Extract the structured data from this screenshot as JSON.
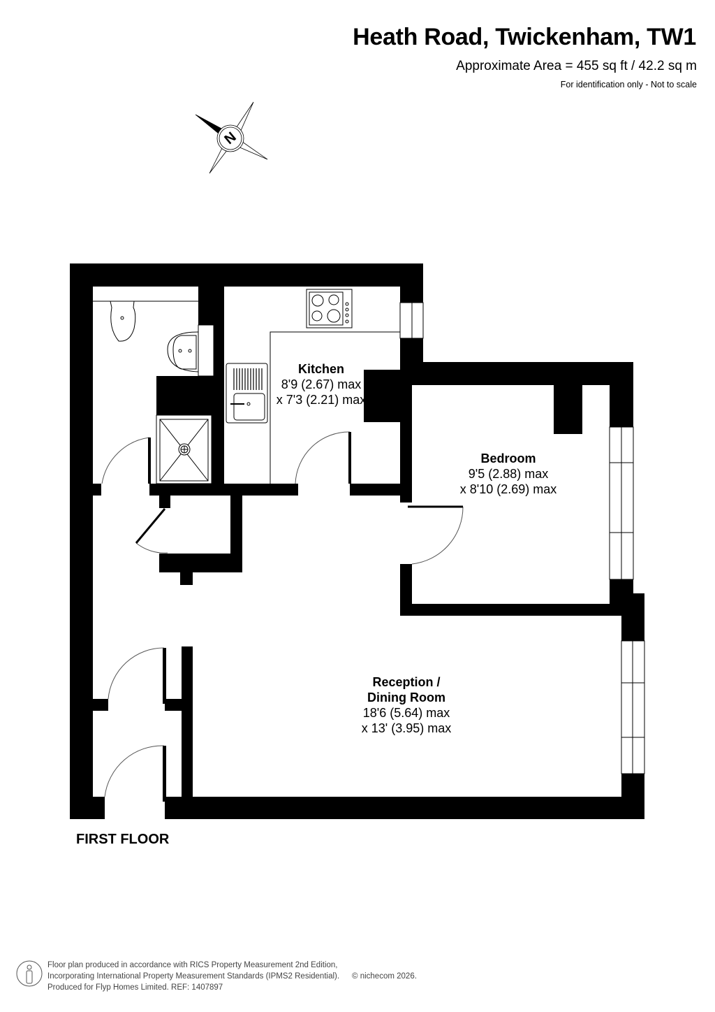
{
  "header": {
    "title": "Heath Road, Twickenham, TW1",
    "area": "Approximate Area = 455 sq ft / 42.2 sq m",
    "note": "For identification only - Not to scale"
  },
  "compass": {
    "icon": "compass-north-icon",
    "letter": "N"
  },
  "rooms": [
    {
      "name": "Kitchen",
      "dim1": "8'9 (2.67) max",
      "dim2": "x 7'3 (2.21) max"
    },
    {
      "name": "Bedroom",
      "dim1": "9'5 (2.88) max",
      "dim2": "x 8'10 (2.69) max"
    },
    {
      "name": "Reception /",
      "name2": "Dining Room",
      "dim1": "18'6 (5.64) max",
      "dim2": "x 13' (3.95) max"
    }
  ],
  "floor_label": "FIRST FLOOR",
  "footer": {
    "line1": "Floor plan produced in accordance with RICS Property Measurement 2nd Edition,",
    "line2": "Incorporating International Property Measurement Standards (IPMS2 Residential).",
    "copyright": "© nichecom 2026.",
    "line3": "Produced for Flyp Homes Limited.   REF: 1407897"
  },
  "colors": {
    "wall": "#000000",
    "background": "#ffffff",
    "footer_text": "#444444"
  }
}
